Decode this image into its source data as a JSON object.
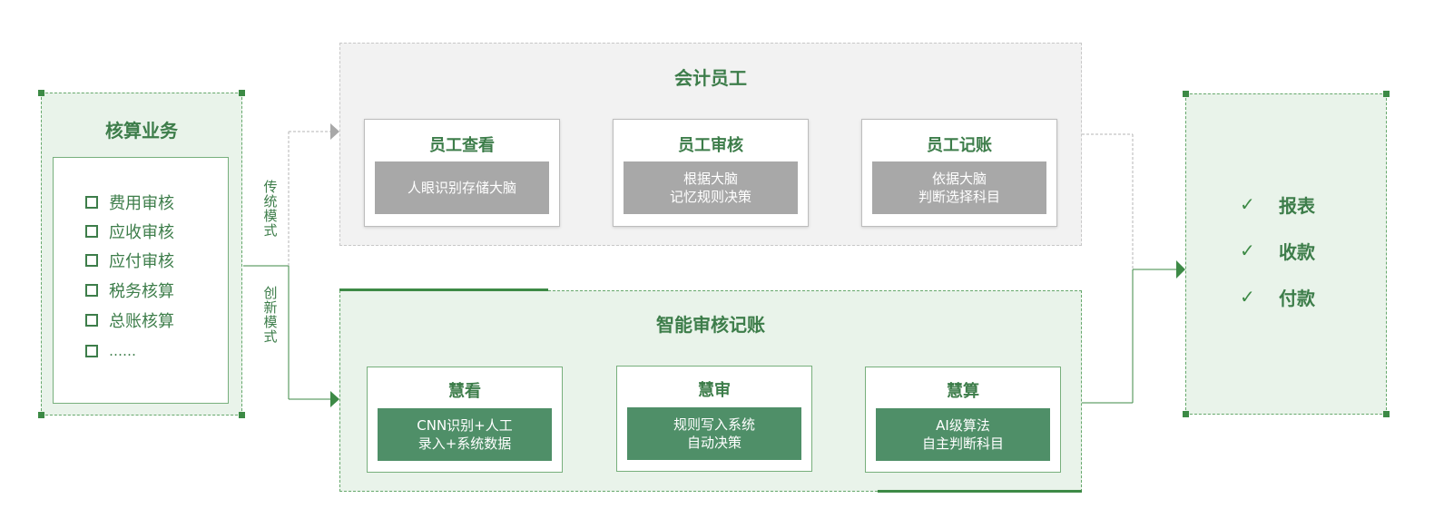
{
  "left_panel": {
    "title": "核算业务",
    "items": [
      "费用审核",
      "应收审核",
      "应付审核",
      "税务核算",
      "总账核算",
      "……"
    ]
  },
  "modes": {
    "traditional": "传统模式",
    "innovative": "创新模式"
  },
  "top_panel": {
    "title": "会计员工",
    "steps": [
      {
        "title": "员工查看",
        "line1": "人眼识别存储大脑",
        "line2": ""
      },
      {
        "title": "员工审核",
        "line1": "根据大脑",
        "line2": "记忆规则决策"
      },
      {
        "title": "员工记账",
        "line1": "依据大脑",
        "line2": "判断选择科目"
      }
    ]
  },
  "bottom_panel": {
    "title": "智能审核记账",
    "steps": [
      {
        "title": "慧看",
        "line1": "CNN识别+人工",
        "line2": "录入+系统数据"
      },
      {
        "title": "慧审",
        "line1": "规则写入系统",
        "line2": "自动决策"
      },
      {
        "title": "慧算",
        "line1": "AI级算法",
        "line2": "自主判断科目"
      }
    ]
  },
  "right_panel": {
    "items": [
      "报表",
      "收款",
      "付款"
    ],
    "check_icon": "✓"
  },
  "colors": {
    "green_text": "#3d7d4a",
    "green_line": "#3d8a46",
    "green_box": "#4f8f68",
    "gray_box": "#a8a8a8",
    "panel_green": "#e9f3ea",
    "panel_gray": "#f2f2f2"
  }
}
